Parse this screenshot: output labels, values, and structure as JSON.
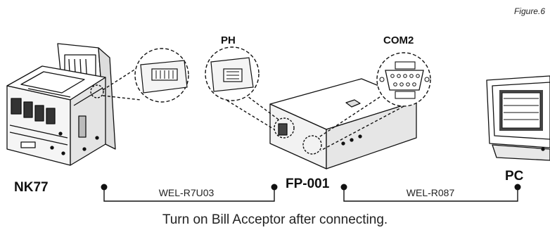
{
  "figure_label": "Figure.6",
  "devices": {
    "nk77": "NK77",
    "fp001": "FP-001",
    "pc": "PC"
  },
  "ports": {
    "ph": "PH",
    "com2": "COM2"
  },
  "cables": {
    "left": "WEL-R7U03",
    "right": "WEL-R087"
  },
  "caption": "Turn on Bill Acceptor after connecting."
}
